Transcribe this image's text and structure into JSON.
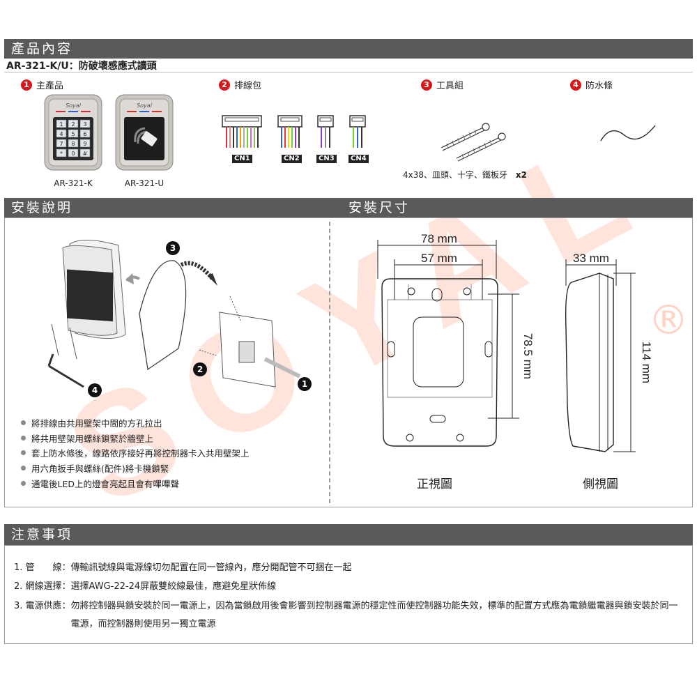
{
  "header": {
    "title": "產品內容"
  },
  "product": {
    "model_line": "AR-321-K/U：防破壞感應式讀頭"
  },
  "contents": [
    {
      "num": "1",
      "label": "主產品"
    },
    {
      "num": "2",
      "label": "排線包"
    },
    {
      "num": "3",
      "label": "工具組"
    },
    {
      "num": "4",
      "label": "防水條"
    }
  ],
  "main_products": [
    {
      "name": "AR-321-K"
    },
    {
      "name": "AR-321-U"
    }
  ],
  "brand_mark": "Soyal",
  "keypad_keys": [
    "1",
    "2",
    "3",
    "4",
    "5",
    "6",
    "7",
    "8",
    "9",
    "*",
    "0",
    "#"
  ],
  "cables": [
    "CN1",
    "CN2",
    "CN3",
    "CN4"
  ],
  "screws": {
    "spec": "4x38、皿頭、十字、鐵板牙",
    "qty": "x2"
  },
  "install": {
    "title": "安裝說明",
    "callouts": [
      "1",
      "2",
      "3",
      "4"
    ],
    "steps": [
      "將排線由共用壁架中間的方孔拉出",
      "將共用壁架用螺絲鎖緊於牆壁上",
      "套上防水條後，線路依序接好再將控制器卡入共用壁架上",
      "用六角扳手與螺絲(配件)將卡機鎖緊",
      "通電後LED上的燈會亮起且會有嗶嗶聲"
    ]
  },
  "dimensions": {
    "title": "安裝尺寸",
    "width_outer": "78 mm",
    "width_inner": "57 mm",
    "height_inner": "78.5 mm",
    "depth": "33 mm",
    "height_outer": "114 mm",
    "front_view": "正視圖",
    "side_view": "側視圖"
  },
  "watermark": {
    "text": "SOYAL",
    "registered": "®"
  },
  "notes": {
    "title": "注意事項",
    "items": [
      {
        "label": "1. 管　　線：",
        "text": "傳輸訊號線與電源線切勿配置在同一管線內，應分開配管不可捆在一起"
      },
      {
        "label": "2. 網線選擇：",
        "text": "選擇AWG-22-24屏蔽雙絞線最佳，應避免星狀佈線"
      },
      {
        "label": "3. 電源供應：",
        "text": "勿將控制器與鎖安裝於同一電源上，因為當鎖啟用後會影響到控制器電源的穩定性而使控制器功能失效，標準的配置方式應為電鎖繼電器與鎖安裝於同一電源，而控制器則使用另一獨立電源"
      }
    ]
  },
  "colors": {
    "bar": "#5a5a5a",
    "accent": "#d7191c",
    "watermark": "#ffe2d9"
  }
}
